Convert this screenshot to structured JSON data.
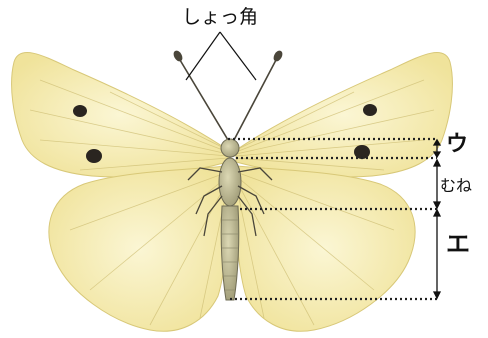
{
  "labels": {
    "antenna": "しょっ角",
    "head": "ウ",
    "thorax": "むね",
    "abdomen": "エ"
  },
  "colors": {
    "wing_fill": "#f3e9a6",
    "wing_light": "#fbf6d4",
    "wing_edge": "#d8c878",
    "vein": "#c9b86a",
    "spot": "#2a2520",
    "body": "#b9b58c",
    "body_dark": "#6f6c55",
    "guide": "#222222"
  }
}
